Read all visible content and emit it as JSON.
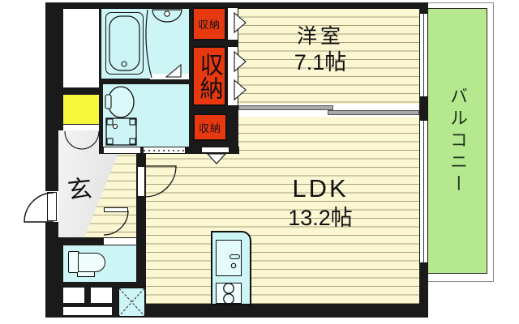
{
  "rooms": {
    "western": {
      "name": "洋室",
      "size": "7.1帖"
    },
    "ldk": {
      "name": "LDK",
      "size": "13.2帖"
    },
    "balcony": {
      "name": "バルコニー"
    },
    "entrance": {
      "name": "玄"
    }
  },
  "storage": {
    "box1": "収納",
    "box2": "収納",
    "box3": "収納"
  },
  "colors": {
    "wall": "#1a1a1a",
    "floor": "#faf7d2",
    "floor_line": "#a8a27a",
    "water_rooms": "#cdf5f5",
    "balcony_green": "#b6e890",
    "storage_red": "#e8380f",
    "shoe_cabinet_yellow": "#f7f73e",
    "entrance_gray": "#e8e8e8"
  }
}
